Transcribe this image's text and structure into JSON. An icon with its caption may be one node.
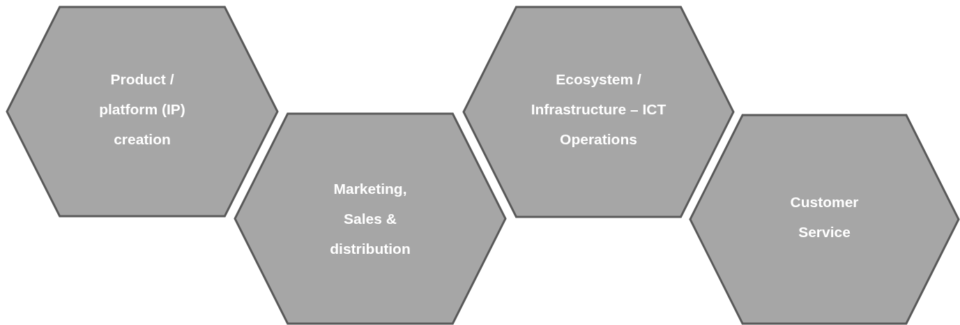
{
  "diagram": {
    "nodes": [
      {
        "text": [
          "Product / platform (IP) creation"
        ]
      },
      {
        "text": [
          "Marketing, Sales & distribution"
        ]
      },
      {
        "text": [
          "Ecosystem / Infrastructure – ICT Operations"
        ]
      },
      {
        "text": [
          "Customer Service"
        ]
      }
    ]
  }
}
